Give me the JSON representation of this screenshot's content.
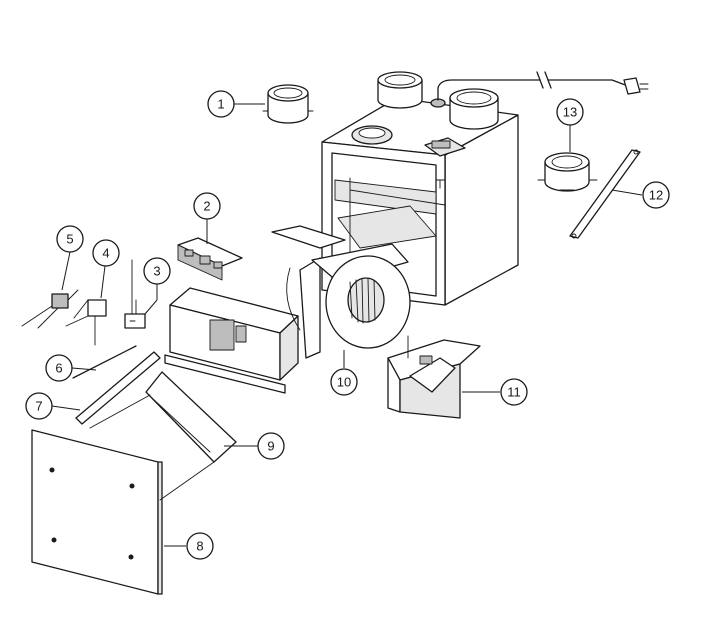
{
  "diagram": {
    "callouts": [
      {
        "number": "1",
        "part": "collar"
      },
      {
        "number": "2",
        "part": "circuit-board"
      },
      {
        "number": "3",
        "part": "switch"
      },
      {
        "number": "4",
        "part": "damper-motor"
      },
      {
        "number": "5",
        "part": "transformer"
      },
      {
        "number": "6",
        "part": "rod"
      },
      {
        "number": "7",
        "part": "filter"
      },
      {
        "number": "8",
        "part": "access-door"
      },
      {
        "number": "9",
        "part": "core-support"
      },
      {
        "number": "10",
        "part": "blower"
      },
      {
        "number": "11",
        "part": "damper-assembly"
      },
      {
        "number": "12",
        "part": "mounting-strap"
      },
      {
        "number": "13",
        "part": "damper-collar"
      }
    ]
  }
}
